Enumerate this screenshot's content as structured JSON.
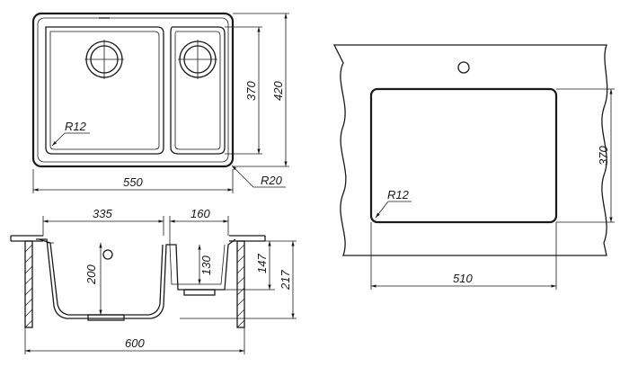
{
  "top_view": {
    "width_label": "550",
    "height_outer_label": "420",
    "height_inner_label": "370",
    "corner_radius_outer_label": "R20",
    "corner_radius_inner_label": "R12"
  },
  "section_view": {
    "large_bowl_width_label": "335",
    "small_bowl_width_label": "160",
    "large_bowl_depth_label": "200",
    "small_bowl_depth_label": "130",
    "inner_depth_label": "147",
    "total_height_label": "217",
    "overall_width_label": "600"
  },
  "cutout_view": {
    "cutout_width_label": "510",
    "cutout_height_label": "370",
    "corner_radius_label": "R12"
  }
}
